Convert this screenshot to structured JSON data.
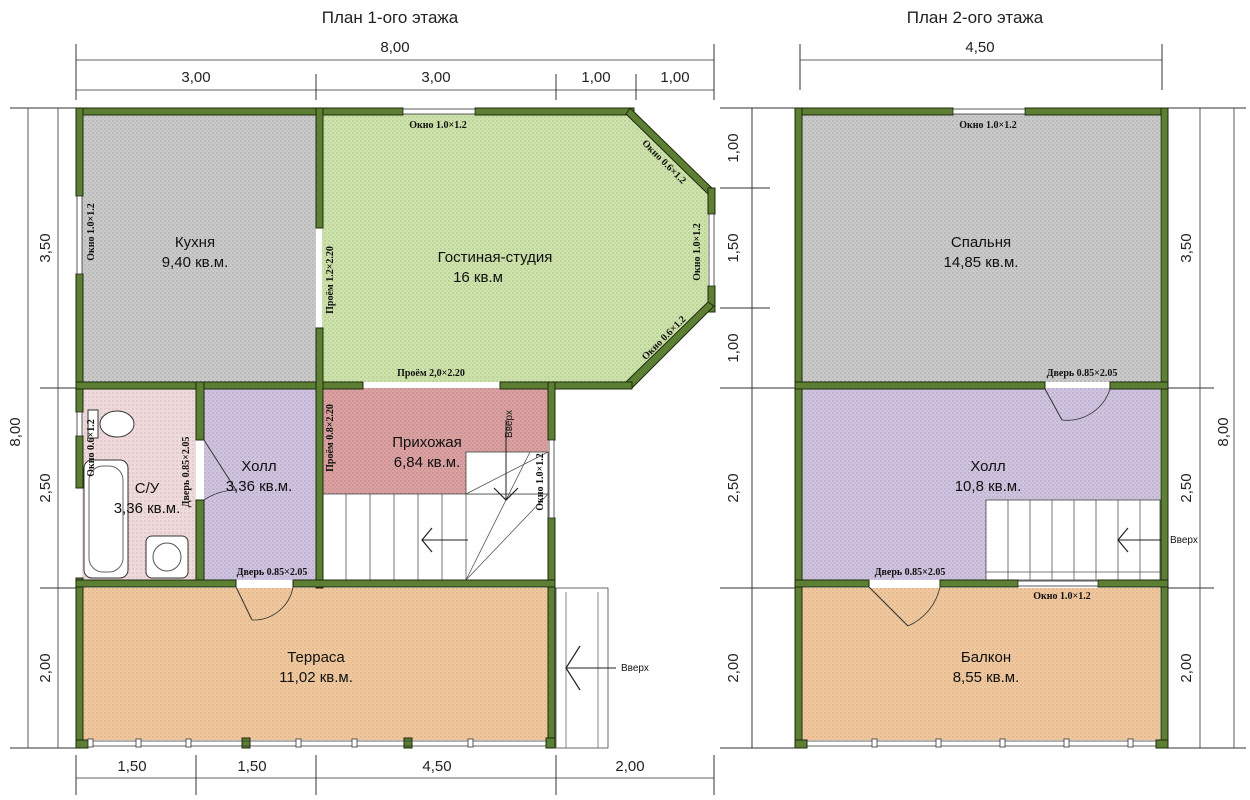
{
  "floor1": {
    "title": "План 1-ого этажа",
    "dims_top_total": "8,00",
    "dims_top": [
      "3,00",
      "3,00",
      "1,00",
      "1,00"
    ],
    "dims_bottom": [
      "1,50",
      "1,50",
      "4,50",
      "2,00"
    ],
    "dims_left_total": "8,00",
    "dims_left": [
      "3,50",
      "2,50",
      "2,00"
    ],
    "dims_right": [
      "1,00",
      "1,50",
      "1,00",
      "2,50",
      "2,00"
    ],
    "rooms": {
      "kitchen": {
        "name": "Кухня",
        "area": "9,40 кв.м."
      },
      "living": {
        "name": "Гостиная-студия",
        "area": "16 кв.м"
      },
      "hallway": {
        "name": "Прихожая",
        "area": "6,84 кв.м."
      },
      "hall": {
        "name": "Холл",
        "area": "3,36 кв.м."
      },
      "bath": {
        "name": "С/У",
        "area": "3,36 кв.м."
      },
      "terrace": {
        "name": "Терраса",
        "area": "11,02 кв.м."
      }
    },
    "labels": {
      "win_top": "Окно 1.0×1.2",
      "win_diag_top": "Окно 0.6×1.2",
      "win_right": "Окно 1.0×1.2",
      "win_diag_bottom": "Окно 0.6×1.2",
      "win_kitchen": "Окно 1.0×1.2",
      "opening_kitchen": "Проём 1.2×2.20",
      "opening_living": "Проём 2,0×2.20",
      "opening_hall": "Проём 0.8×2.20",
      "door_bath": "Дверь 0.85×2.05",
      "win_bath": "Окно 0.6×1.2",
      "door_terrace": "Дверь 0.85×2.05",
      "win_stair": "Окно 1.0×1.2",
      "up_stair": "Вверх",
      "up_porch": "Вверх"
    }
  },
  "floor2": {
    "title": "План 2-ого этажа",
    "dims_top": "4,50",
    "dims_left": [
      "3,50",
      "2,50",
      "2,00"
    ],
    "dims_right_total": "8,00",
    "rooms": {
      "bedroom": {
        "name": "Спальня",
        "area": "14,85 кв.м."
      },
      "hall": {
        "name": "Холл",
        "area": "10,8 кв.м."
      },
      "balcony": {
        "name": "Балкон",
        "area": "8,55 кв.м."
      }
    },
    "labels": {
      "win_top": "Окно 1.0×1.2",
      "door_bedroom": "Дверь 0.85×2.05",
      "door_balcony": "Дверь 0.85×2.05",
      "win_hall": "Окно 1.0×1.2",
      "up_stair": "Вверх"
    }
  },
  "colors": {
    "wall": "#5d7f33",
    "kitchen": "#c9c9c9",
    "living": "#c9e0a8",
    "hallway": "#d9a0a0",
    "hall": "#cdc0dc",
    "bath": "#ead7d7",
    "terrace": "#efc79f"
  }
}
